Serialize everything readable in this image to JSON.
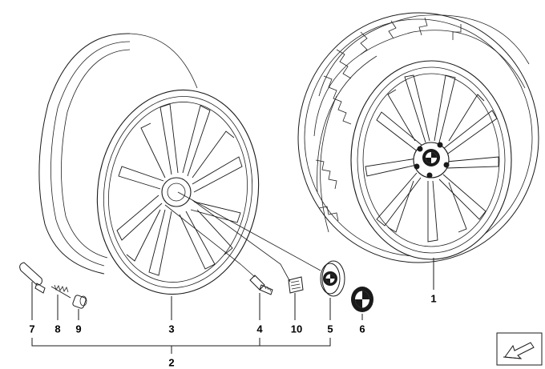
{
  "diagram": {
    "part_labels": {
      "tyre_wheel_assembly": "1",
      "assembly_group": "2",
      "alloy_rim": "3",
      "wheel_bolt": "4",
      "hub_cap": "5",
      "emblem": "6",
      "valve_stem": "7",
      "valve_insert": "8",
      "valve_cap": "9",
      "balance_weight": "10"
    },
    "colors": {
      "line": "#1a1a1a",
      "background": "#ffffff",
      "emblem_blue": "#1a1a1a"
    },
    "icons": [
      "arrow-stamp-icon",
      "emblem-logo-icon"
    ]
  }
}
